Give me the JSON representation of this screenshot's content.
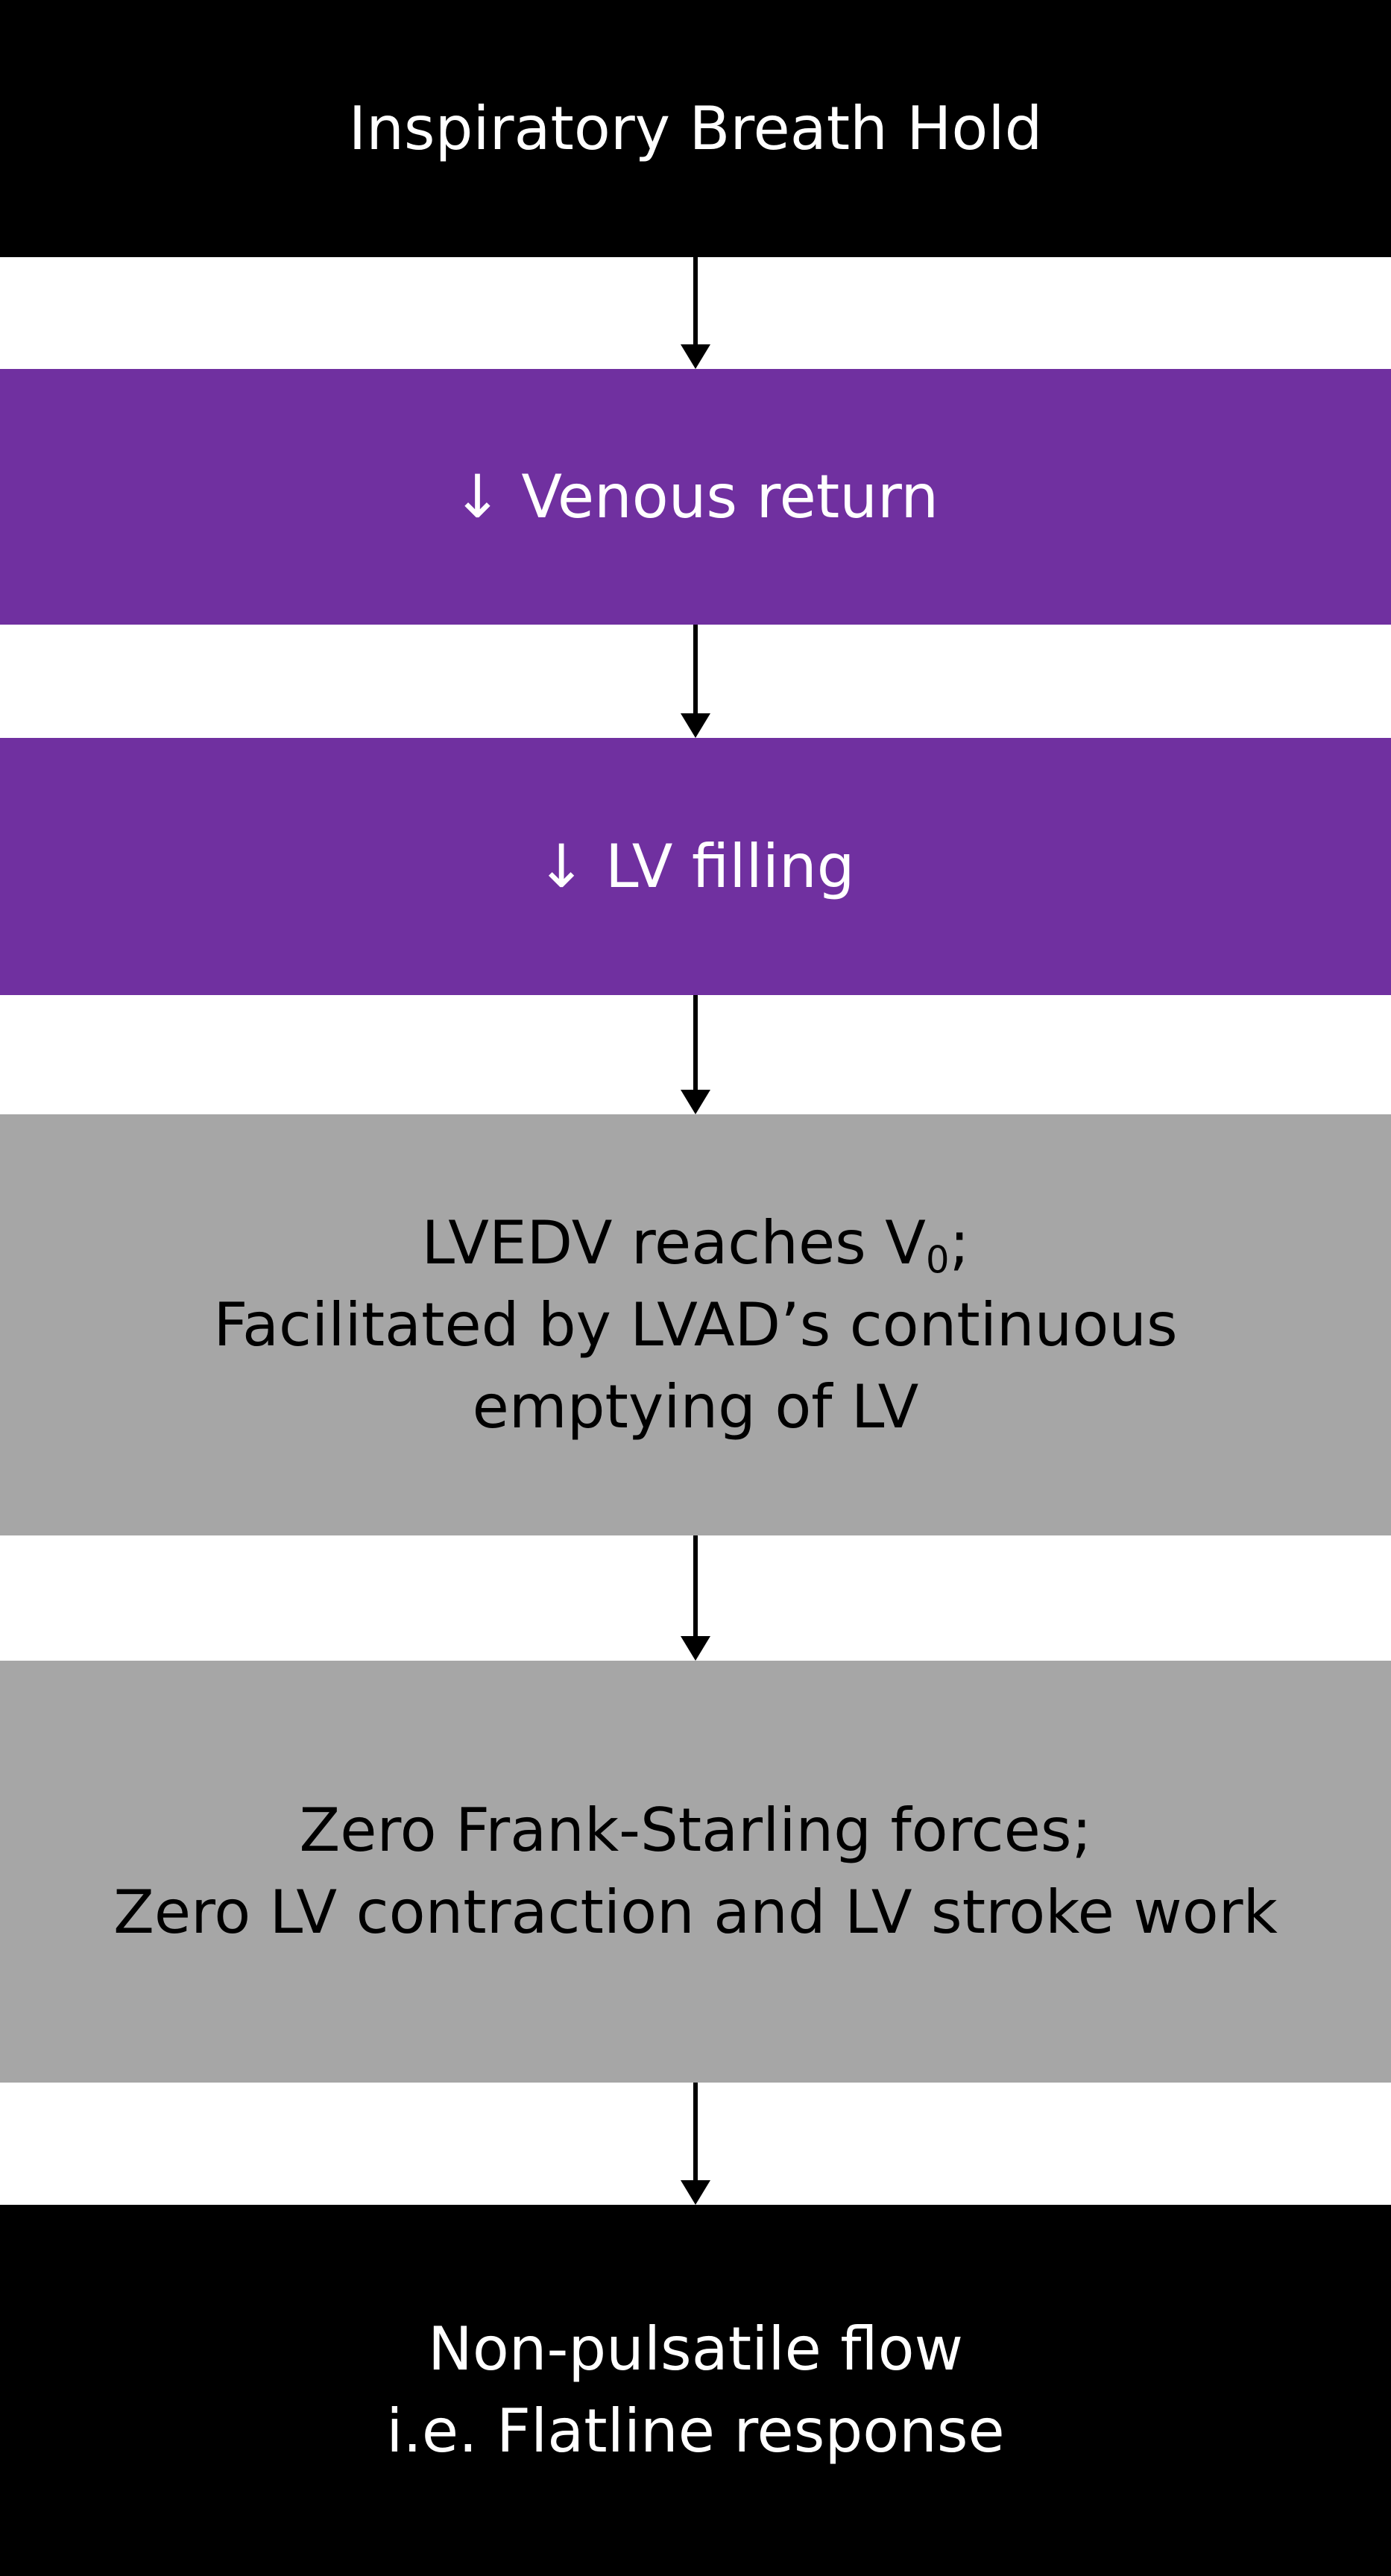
{
  "nodes": [
    {
      "id": "breath-hold",
      "lines": [
        "Inspiratory Breath Hold"
      ],
      "fill": "#000000",
      "text_color": "#ffffff"
    },
    {
      "id": "venous-return",
      "lines": [
        "↓ Venous return"
      ],
      "fill": "#7030a0",
      "text_color": "#ffffff"
    },
    {
      "id": "lv-filling",
      "lines": [
        "↓ LV filling"
      ],
      "fill": "#7030a0",
      "text_color": "#ffffff"
    },
    {
      "id": "lvedv",
      "lines": [
        "LVEDV reaches V",
        "0",
        ";",
        "Facilitated by LVAD’s continuous",
        "emptying of LV"
      ],
      "fill": "#a6a6a6",
      "text_color": "#000000"
    },
    {
      "id": "frank-starling",
      "lines": [
        "Zero Frank-Starling forces;",
        "Zero LV contraction and LV stroke work"
      ],
      "fill": "#a6a6a6",
      "text_color": "#000000"
    },
    {
      "id": "non-pulsatile",
      "lines": [
        "Non-pulsatile flow",
        "i.e. Flatline response"
      ],
      "fill": "#000000",
      "text_color": "#ffffff"
    }
  ],
  "edges": [
    {
      "from": "breath-hold",
      "to": "venous-return"
    },
    {
      "from": "venous-return",
      "to": "lv-filling"
    },
    {
      "from": "lv-filling",
      "to": "lvedv"
    },
    {
      "from": "lvedv",
      "to": "frank-starling"
    },
    {
      "from": "frank-starling",
      "to": "non-pulsatile"
    }
  ]
}
